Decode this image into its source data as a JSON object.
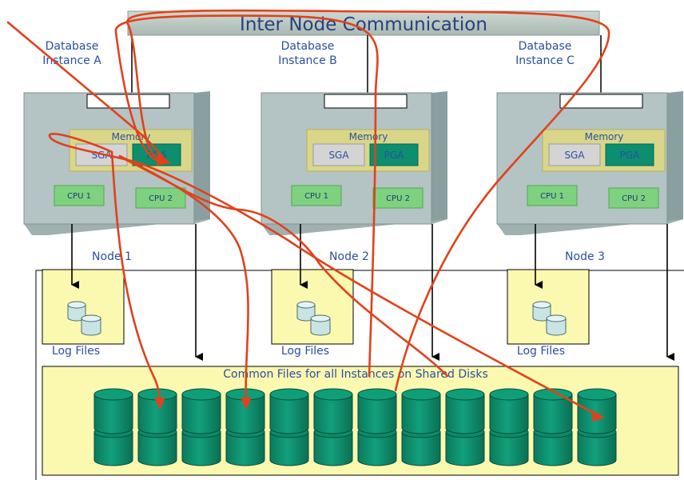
{
  "banner": {
    "title": "Inter Node Communication"
  },
  "instances": [
    {
      "line1": "Database",
      "line2": "Instance A"
    },
    {
      "line1": "Database",
      "line2": "Instance B"
    },
    {
      "line1": "Database",
      "line2": "Instance C"
    }
  ],
  "nodes": [
    {
      "label": "Node 1",
      "memory": "Memory",
      "sga": "SGA",
      "pga": "PGA",
      "cpu1": "CPU 1",
      "cpu2": "CPU 2",
      "logs": "Log Files"
    },
    {
      "label": "Node 2",
      "memory": "Memory",
      "sga": "SGA",
      "pga": "PGA",
      "cpu1": "CPU 1",
      "cpu2": "CPU 2",
      "logs": "Log Files"
    },
    {
      "label": "Node 3",
      "memory": "Memory",
      "sga": "SGA",
      "pga": "PGA",
      "cpu1": "CPU 1",
      "cpu2": "CPU 2",
      "logs": "Log Files"
    }
  ],
  "shared": {
    "label": "Common Files for all Instances on Shared Disks",
    "disk_count": 12
  },
  "colors": {
    "banner": "#b9c6c0",
    "banner_text": "#27417f",
    "label_text": "#2c4fa0",
    "node_face": "#b4c3c3",
    "node_side": "#8aa0a0",
    "memory": "#d9d68a",
    "sga": "#d4d4d4",
    "pga": "#0b8f6f",
    "cpu": "#7ed17e",
    "log_box": "#fbf8b0",
    "disk_body": "#0b8f6b",
    "disk_top": "#0e9e78",
    "annotation": "#e0421b"
  }
}
